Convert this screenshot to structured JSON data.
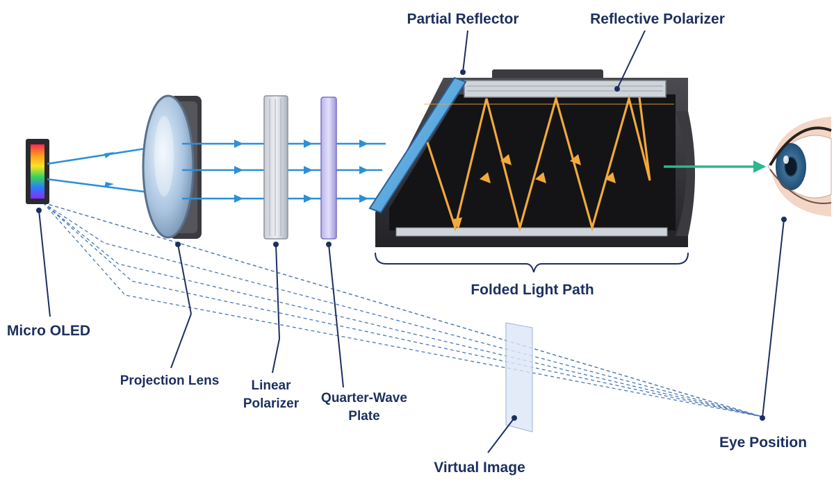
{
  "labels": {
    "micro_oled": "Micro OLED",
    "projection_lens": "Projection Lens",
    "linear_polarizer_1": "Linear",
    "linear_polarizer_2": "Polarizer",
    "quarter_wave_1": "Quarter-Wave",
    "quarter_wave_2": "Plate",
    "partial_reflector": "Partial Reflector",
    "reflective_polarizer": "Reflective Polarizer",
    "folded_light_path": "Folded Light Path",
    "virtual_image": "Virtual Image",
    "eye_position": "Eye Position"
  },
  "colors": {
    "label_text": "#1c2f5e",
    "beam_blue": "#2d8fd8",
    "beam_green": "#2bb88c",
    "reflection_orange": "#f2a93b",
    "housing_dark": "#2f2f33",
    "dashed_rays": "#4a78b5"
  },
  "icons": {
    "display": "micro-oled-panel",
    "lens": "biconvex-lens",
    "eye": "human-eye"
  }
}
